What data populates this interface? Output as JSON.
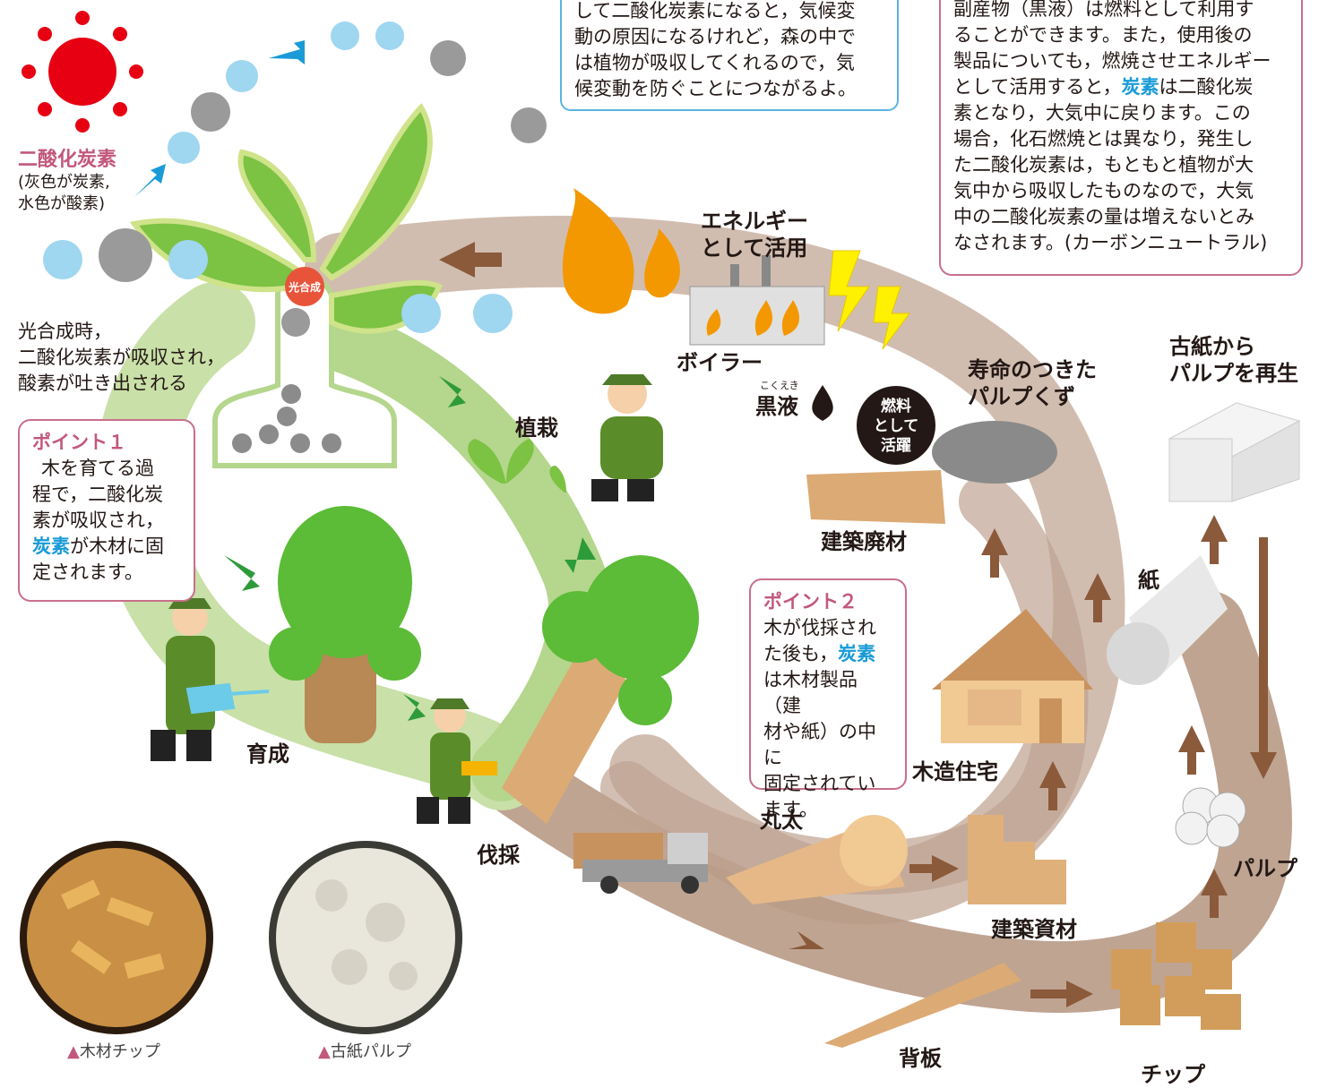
{
  "colors": {
    "green_flow": "#b5d68d",
    "brown_flow": "#b89a86",
    "leaf": "#7cc243",
    "tree": "#5cbb37",
    "pink_title": "#c2587b",
    "carbon_blue": "#1a9bd7",
    "sun_red": "#e60012"
  },
  "speech_bubble": {
    "line1": "して二酸化炭素になると，気候変",
    "line2": "動の原因になるけれど，森の中で",
    "line3": "は植物が吸収してくれるので，気",
    "line4": "候変動を防ぐことにつながるよ。"
  },
  "right_text": {
    "line1": "副産物（黒液）は燃料として利用す",
    "line2": "ることができます。また，使用後の",
    "line3": "製品についても，燃焼させエネルギー",
    "line4_a": "として活用すると，",
    "line4_hl": "炭素",
    "line4_b": "は二酸化炭",
    "line5": "素となり，大気中に戻ります。この",
    "line6": "場合，化石燃焼とは異なり，発生し",
    "line7": "た二酸化炭素は，もともと植物が大",
    "line8": "気中から吸収したものなので，大気",
    "line9": "中の二酸化炭素の量は増えないとみ",
    "line10": "なされます。(カーボンニュートラル)"
  },
  "co2": {
    "title": "二酸化炭素",
    "sub1": "(灰色が炭素,",
    "sub2": "水色が酸素)"
  },
  "photosynthesis": {
    "badge": "光合成",
    "line1": "光合成時，",
    "line2": "二酸化炭素が吸収され，",
    "line3": "酸素が吐き出される"
  },
  "point1": {
    "title": "ポイント１",
    "line1": "木を育てる過",
    "line2": "程で，二酸化炭",
    "line3": "素が吸収され，",
    "line4_hl": "炭素",
    "line4_b": "が木材に固",
    "line5": "定されます。"
  },
  "point2": {
    "title": "ポイント２",
    "line1": "木が伐採され",
    "line2_a": "た後も，",
    "line2_hl": "炭素",
    "line3": "は木材製品（建",
    "line4": "材や紙）の中に",
    "line5": "固定されてい",
    "line6": "ます。"
  },
  "labels": {
    "energy1": "エネルギー",
    "energy2": "として活用",
    "boiler": "ボイラー",
    "black_liquor": "黒液",
    "black_liquor_ruby": "こくえき",
    "fuel1": "燃料",
    "fuel2": "として",
    "fuel3": "活躍",
    "spent_pulp1": "寿命のつきた",
    "spent_pulp2": "パルプくず",
    "recycled1": "古紙から",
    "recycled2": "パルプを再生",
    "planting": "植栽",
    "demolition": "建築廃材",
    "paper": "紙",
    "growing": "育成",
    "wooden_house": "木造住宅",
    "logging": "伐採",
    "log": "丸太",
    "building_material": "建築資材",
    "pulp": "パルプ",
    "slab": "背板",
    "chip": "チップ"
  },
  "captions": {
    "wood_chip": "木材チップ",
    "paper_pulp": "古紙パルプ",
    "marker": "▲"
  }
}
